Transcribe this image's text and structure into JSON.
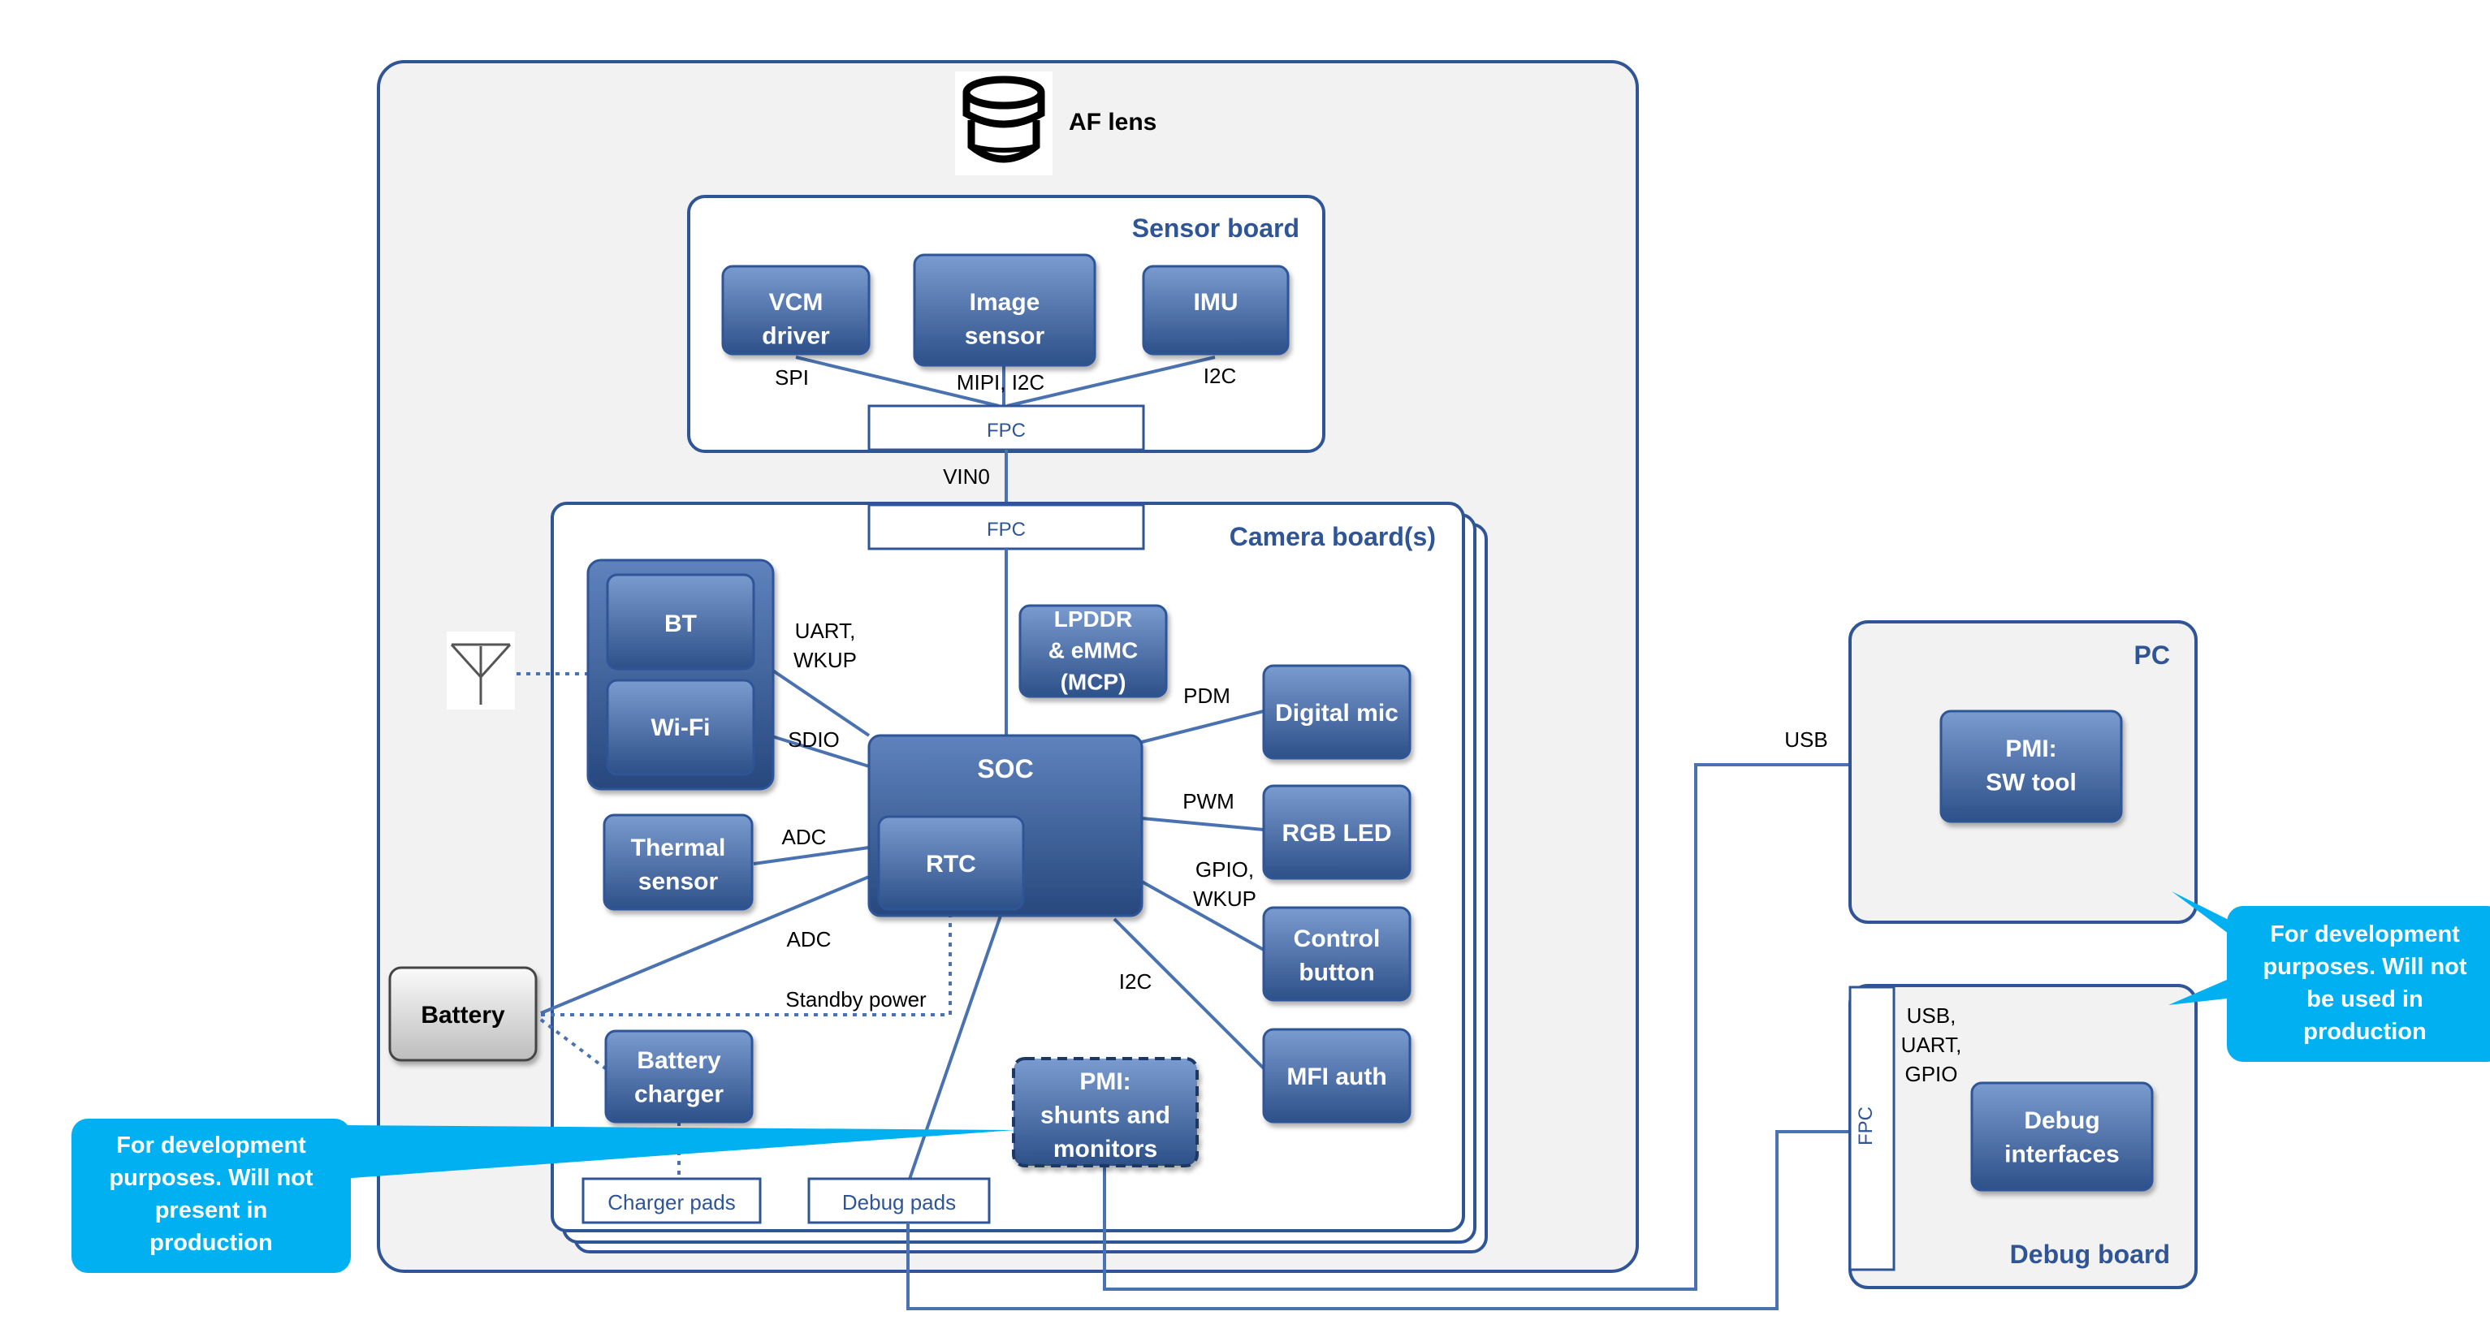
{
  "lens": {
    "label": "AF lens",
    "icon": "lens-icon"
  },
  "sensor_board": {
    "title": "Sensor board",
    "blocks": {
      "vcm": "VCM\ndriver",
      "image_sensor": "Image\nsensor",
      "imu": "IMU"
    },
    "links": {
      "spi": "SPI",
      "mipi_i2c": "MIPI, I2C",
      "i2c": "I2C"
    },
    "fpc": "FPC"
  },
  "vin0": "VIN0",
  "camera_board": {
    "title": "Camera board(s)",
    "fpc": "FPC",
    "blocks": {
      "bt": "BT",
      "wifi": "Wi-Fi",
      "lpddr": "LPDDR\n& eMMC\n(MCP)",
      "soc": "SOC",
      "rtc": "RTC",
      "thermal": "Thermal\nsensor",
      "digital_mic": "Digital mic",
      "rgb_led": "RGB LED",
      "control_button": "Control\nbutton",
      "mfi_auth": "MFI auth",
      "battery_charger": "Battery\ncharger",
      "pmi": "PMI:\nshunts and\nmonitors"
    },
    "links": {
      "uart_wkup": "UART,\nWKUP",
      "sdio": "SDIO",
      "adc_thermal": "ADC",
      "adc_battery": "ADC",
      "pdm": "PDM",
      "pwm": "PWM",
      "gpio_wkup": "GPIO,\nWKUP",
      "i2c": "I2C",
      "standby_power": "Standby power"
    },
    "pads": {
      "charger": "Charger pads",
      "debug": "Debug pads"
    }
  },
  "battery": "Battery",
  "antenna": {
    "icon": "antenna-icon"
  },
  "pc": {
    "title": "PC",
    "tool": "PMI:\nSW tool",
    "link": "USB"
  },
  "debug_board": {
    "title": "Debug board",
    "fpc": "FPC",
    "interfaces": "Debug\ninterfaces",
    "link": "USB,\nUART,\nGPIO"
  },
  "callouts": {
    "left": "For development\npurposes. Will not\npresent in\nproduction",
    "right": "For development\npurposes. Will not\nbe used in\nproduction"
  },
  "colors": {
    "outline": "#2f5597",
    "line": "#4a72b0",
    "block_top": "#6e90c5",
    "block_bottom": "#2e5288",
    "panel_fill": "#f2f2f2",
    "callout": "#00b0f0",
    "title_text": "#2f5597"
  }
}
